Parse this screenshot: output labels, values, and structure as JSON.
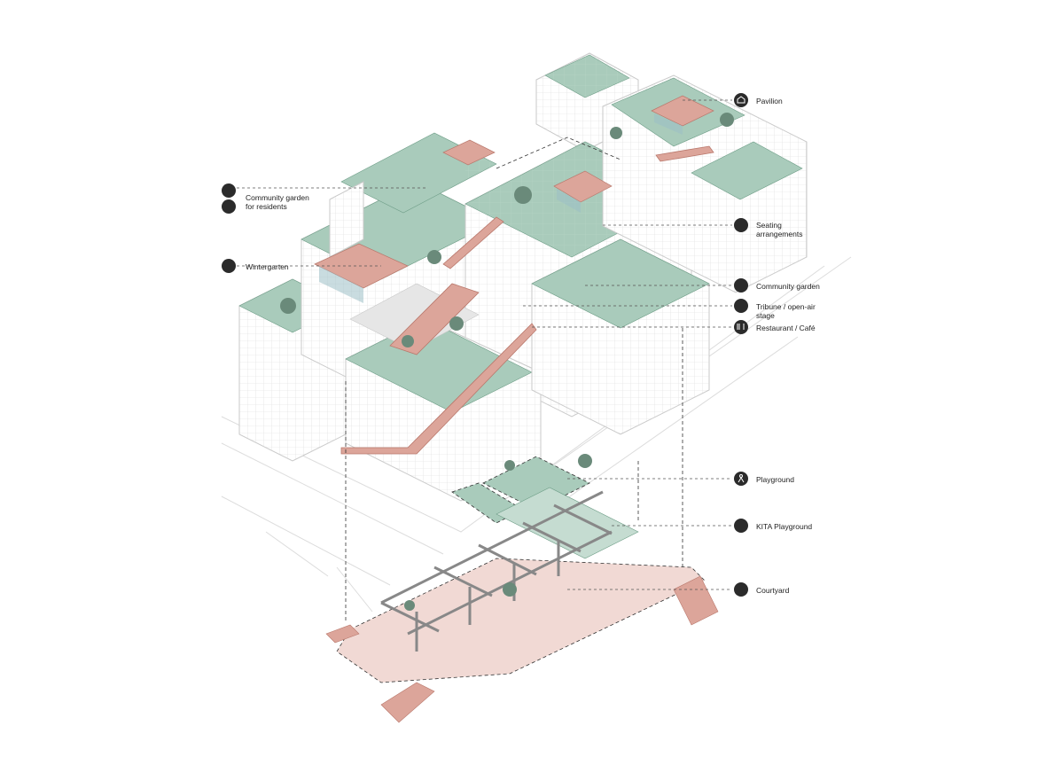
{
  "colors": {
    "roof_green": "#a9cbbb",
    "roof_green_dark": "#6f9e88",
    "pink": "#dca59a",
    "pink_light": "#f1d9d4",
    "building_line": "#c9c9c9",
    "leader": "#555555",
    "icon_fill": "#2b2b2b"
  },
  "legend": [
    {
      "id": "pavilion",
      "icon": "house-icon",
      "text": "Pavilion"
    },
    {
      "id": "community-garden-residents",
      "icon": "people-icon",
      "icon2": "garden-icon",
      "text": "Community garden\nfor residents"
    },
    {
      "id": "seating",
      "icon": "people-icon",
      "text": "Seating\narrangements"
    },
    {
      "id": "wintergarten",
      "icon": "house-plant-icon",
      "text": "Wintergarten"
    },
    {
      "id": "community-garden",
      "icon": "garden-icon",
      "text": "Community garden"
    },
    {
      "id": "tribune",
      "icon": "stage-icon",
      "text": "Tribune / open-air\nstage"
    },
    {
      "id": "restaurant",
      "icon": "cutlery-icon",
      "text": "Restaurant / Café"
    },
    {
      "id": "playground",
      "icon": "child-icon",
      "text": "Playground"
    },
    {
      "id": "kita-playground",
      "icon": "kids-icon",
      "text": "KITA Playground"
    },
    {
      "id": "courtyard",
      "icon": "people-icon",
      "text": "Courtyard"
    }
  ]
}
